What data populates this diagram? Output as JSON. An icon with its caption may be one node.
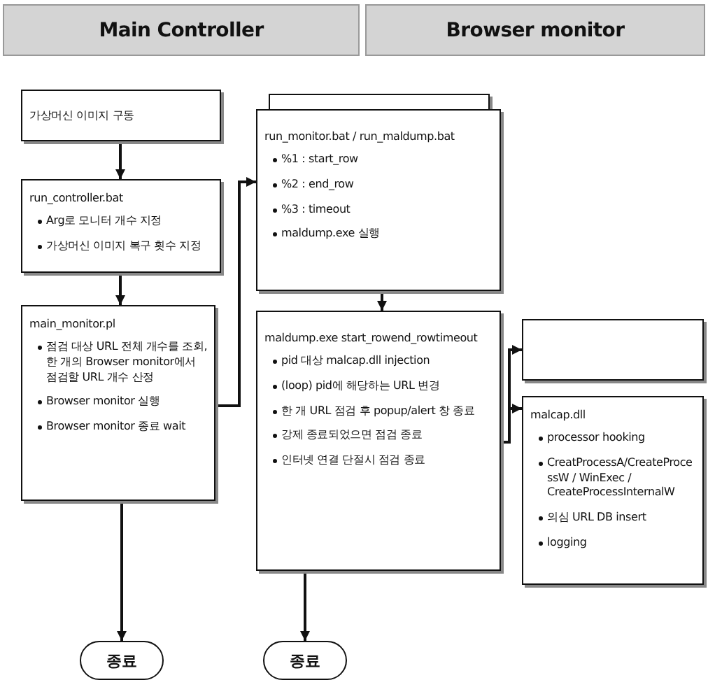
{
  "diagram": {
    "nodes": [
      {
        "text": [
          "Main Controller"
        ]
      },
      {
        "text": [
          "Browser monitor"
        ]
      },
      {
        "text": [
          "가상머신 이미지 구동"
        ]
      },
      {
        "text": [
          "run_controller.bat",
          "Arg로 모니터 개수 지정",
          "가상머신 이미지 복구 횟수 지정"
        ]
      },
      {
        "text": [
          "main_monitor.pl",
          "점검 대상 URL 전체 개수를 조회, 한 개의 Browser monitor에서 점검할 URL 개수 산정",
          "Browser monitor 실행",
          "Browser monitor 종료 wait"
        ]
      },
      {
        "text": [
          "run_monitor.bat / run_maldump.bat",
          "%1 : start_row",
          "%2 : end_row",
          "%3 : timeout",
          "maldump.exe 실행"
        ]
      },
      {
        "text": [
          "maldump.exe start_rowend_rowtimeout",
          "pid 대상 malcap.dll injection",
          "(loop) pid에 해당하는 URL 변경",
          "한 개 URL 점검 후 popup/alert 창 종료",
          "강제 종료되었으면 점검 종료",
          "인터넷 연결 단절시 점검 종료"
        ]
      },
      {
        "text": [],
        "shape": "box"
      },
      {
        "text": [
          "malcap.dll",
          "processor hooking",
          "CreatProcessA/CreateProcessW / WinExec / CreateProcessInternalW",
          "의심 URL DB insert",
          "logging"
        ]
      },
      {
        "text": [
          "종료"
        ]
      },
      {
        "text": [
          "종료"
        ]
      }
    ],
    "edges": [
      {
        "from": 2,
        "to": 3,
        "arrow": "to"
      },
      {
        "from": 3,
        "to": 4,
        "arrow": "to"
      },
      {
        "from": 4,
        "to": 5,
        "arrow": "to"
      },
      {
        "from": 5,
        "to": 6,
        "arrow": "to"
      },
      {
        "from": 6,
        "to": 7,
        "arrow": "to"
      },
      {
        "from": 6,
        "to": 8,
        "arrow": "to"
      },
      {
        "from": 4,
        "to": 9,
        "arrow": "to"
      },
      {
        "from": 6,
        "to": 10,
        "arrow": "to"
      }
    ]
  }
}
